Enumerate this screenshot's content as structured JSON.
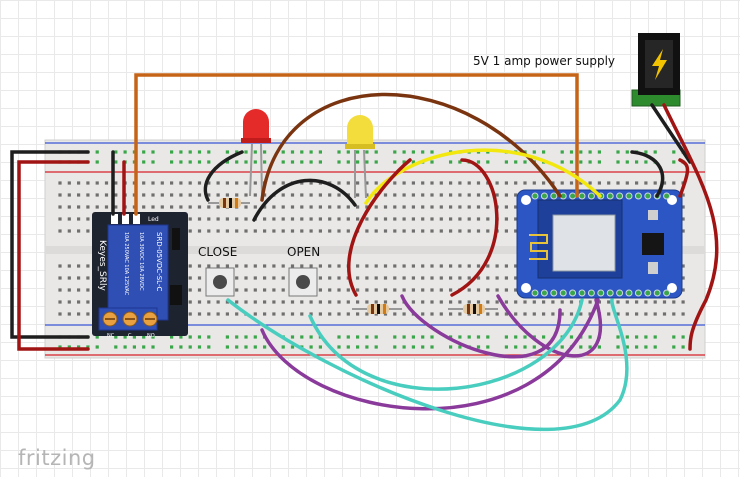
{
  "power_supply": {
    "label": "5V 1 amp power supply"
  },
  "buttons": {
    "close_label": "CLOSE",
    "open_label": "OPEN"
  },
  "relay": {
    "brand": "Keyes_SRly",
    "model": "SRD-05VDC-SL-C",
    "rating_1": "10A 250VAC  10A 125VAC",
    "rating_2": "10A 30VDC  10A 28VDC",
    "led_label": "Led",
    "pin_labels": [
      "NC",
      "C",
      "NO"
    ]
  },
  "logo": {
    "text": "fritzing"
  },
  "colors": {
    "breadboard": "#e9e8e6",
    "rail_red": "#d8202a",
    "rail_blue": "#3a55d6",
    "hole_green": "#3aa64a",
    "wire_orange": "#c56416",
    "wire_brown": "#7a3510",
    "wire_black": "#1e1e1e",
    "wire_red": "#a11414",
    "wire_yellow": "#f2e80f",
    "wire_purple": "#8a3a9a",
    "wire_cyan": "#49cdbf",
    "relay_blue": "#2f4fb5",
    "esp_blue": "#2b56c4",
    "led_red": "#e52a2a",
    "led_yellow": "#f3dd3d"
  },
  "icons": [
    "lightning-icon",
    "fritzing-logo"
  ]
}
